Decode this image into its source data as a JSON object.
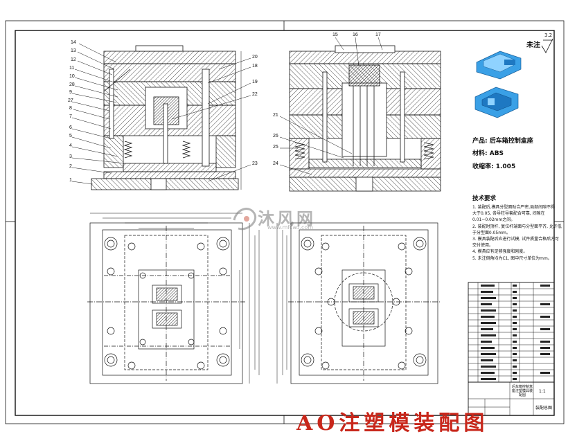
{
  "sheet": {
    "roughness_note": "未注",
    "roughness_value": "3.2"
  },
  "balloons_left": [
    "14",
    "13",
    "12",
    "11",
    "10",
    "28",
    "9",
    "27",
    "8",
    "7",
    "6",
    "5",
    "4",
    "3",
    "2",
    "1"
  ],
  "balloons_left_right": [
    "20",
    "18",
    "19",
    "22",
    "23"
  ],
  "balloons_right_view_top": [
    "15",
    "16",
    "17"
  ],
  "balloons_right_view_left": [
    "21",
    "26",
    "25",
    "24"
  ],
  "product_info": {
    "product": "产品: 后车箱控制盒座",
    "material": "材料: ABS",
    "shrinkage": "收缩率: 1.005"
  },
  "tech_requirements": {
    "heading": "技术要求",
    "lines": [
      "1. 装配后,模具分型面贴合严密,局部间隙不得",
      "大于0.05, 各导柱导套配合可靠, 间隙在",
      "0.01~0.02mm之间。",
      "2. 装配时顶杆, 复位杆端面与分型面平齐, 允许低",
      "于分型面0.05mm。",
      "3. 模具装配后应进行试模, 试件质量合格后方可",
      "交付使用。",
      "4. 模具应有足够强度和刚度。",
      "5. 未注倒角均为C1, 图中尺寸单位为mm。"
    ]
  },
  "title_block": {
    "title_cn": "后车箱控制盒座注塑模具装配图",
    "scale": "1:1",
    "drawing_no": "装配总图"
  },
  "watermark": {
    "brand": "沐风网",
    "url": "www.mfcad.com"
  },
  "caption": "AO注塑模装配图",
  "colors": {
    "caption": "#c8271b",
    "line": "#111111",
    "part_blue": "#3aa0e6"
  }
}
